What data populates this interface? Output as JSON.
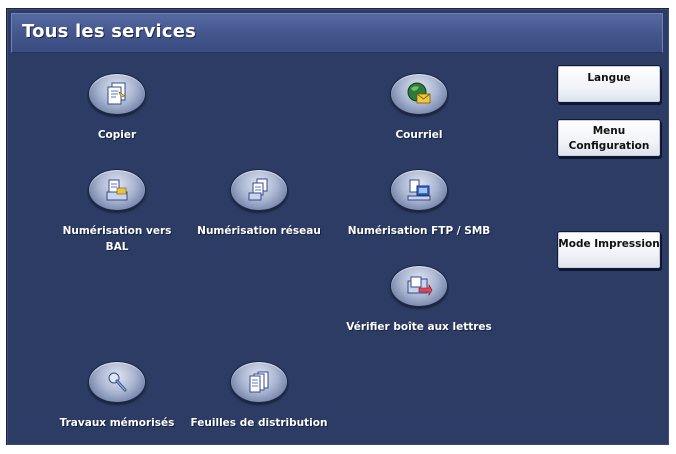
{
  "header": {
    "title": "Tous les services"
  },
  "services": {
    "copier": {
      "label": "Copier",
      "icon": "copier-icon"
    },
    "courriel": {
      "label": "Courriel",
      "icon": "email-globe-icon"
    },
    "scan_bal": {
      "label_line1": "Numérisation vers",
      "label_line2": "BAL",
      "icon": "scan-mailbox-icon"
    },
    "scan_reseau": {
      "label": "Numérisation réseau",
      "icon": "scan-network-icon"
    },
    "scan_ftp": {
      "label": "Numérisation FTP / SMB",
      "icon": "scan-ftp-icon"
    },
    "verifier_bal": {
      "label": "Vérifier boîte aux lettres",
      "icon": "check-mailbox-icon"
    },
    "travaux": {
      "label": "Travaux mémorisés",
      "icon": "stored-jobs-icon"
    },
    "feuilles": {
      "label": "Feuilles de distribution",
      "icon": "job-flow-sheets-icon"
    }
  },
  "side_buttons": {
    "langue": {
      "label": "Langue"
    },
    "menu_config": {
      "label_line1": "Menu",
      "label_line2": "Configuration"
    },
    "mode_impression": {
      "label": "Mode Impression"
    }
  },
  "colors": {
    "background": "#2c3c64",
    "header": "#44578e",
    "text": "#ffffff",
    "button_face": "#f1f3f8"
  }
}
